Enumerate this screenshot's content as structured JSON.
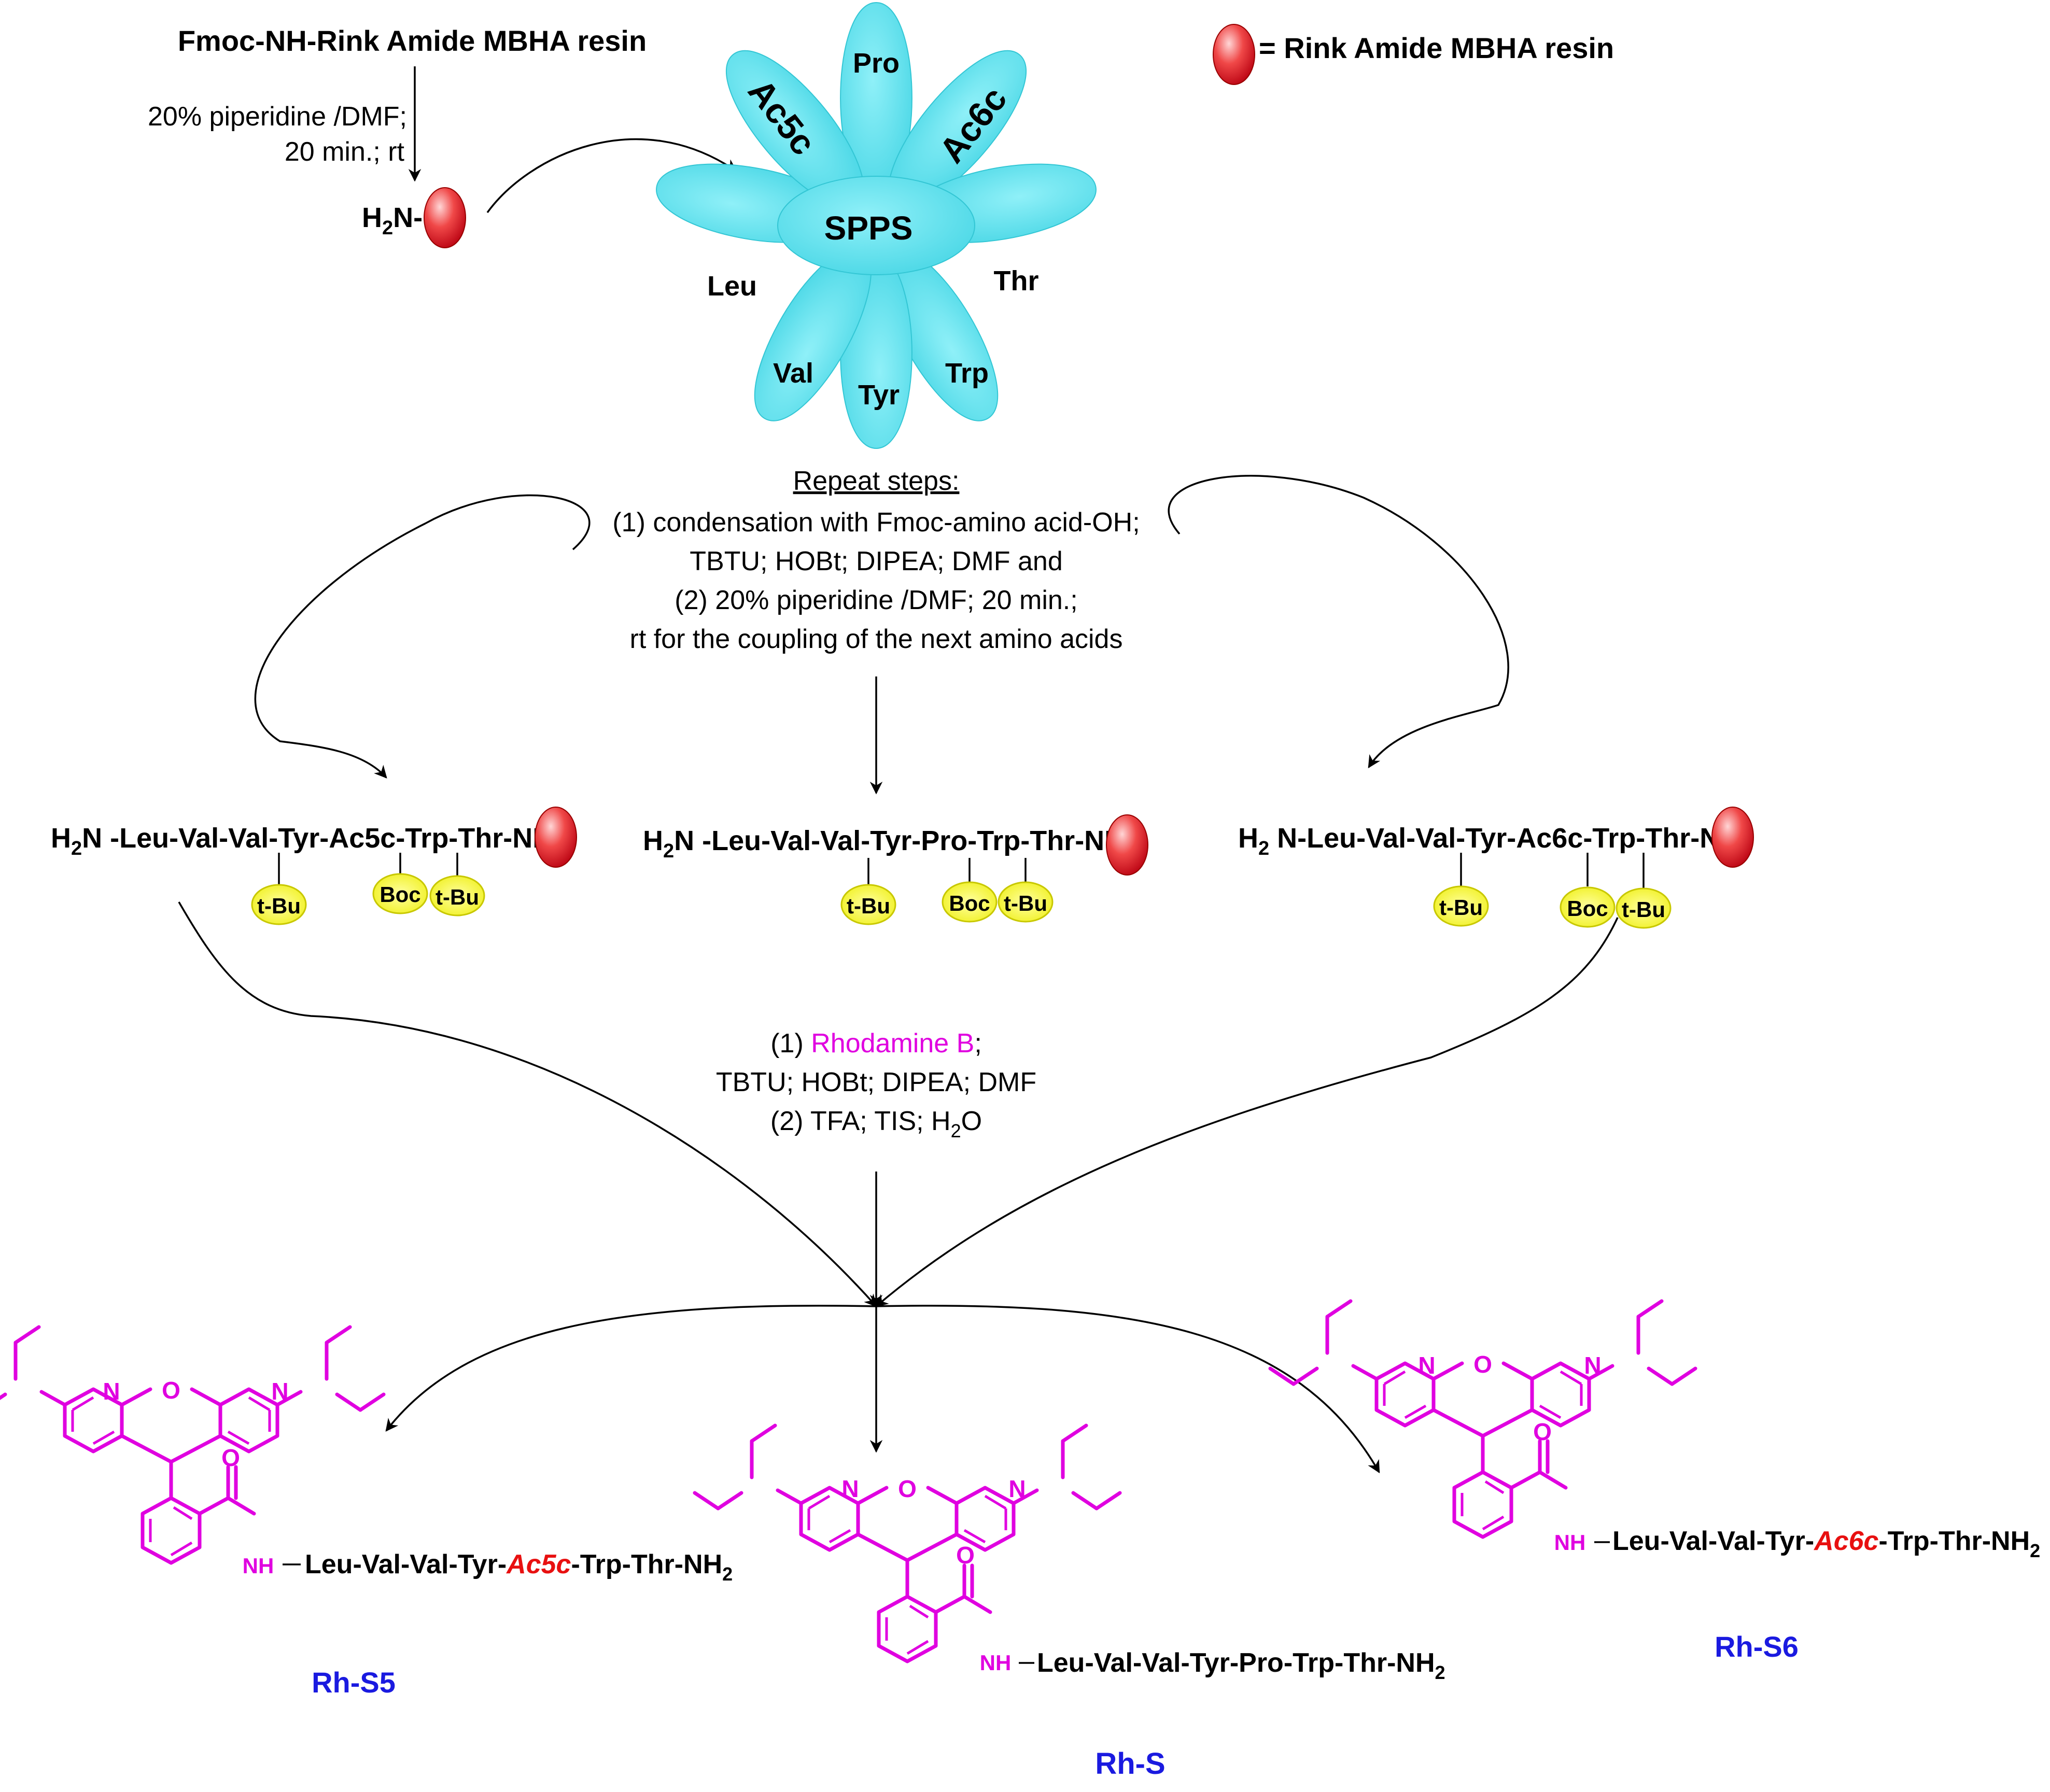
{
  "start": {
    "reagent": "Fmoc-NH-Rink Amide MBHA resin",
    "step1_line1": "20% piperidine /DMF;",
    "step1_line2": "20 min.; rt",
    "amine": "H",
    "amine_sub": "2",
    "amine_end": "N-"
  },
  "legend": {
    "text": "= Rink Amide MBHA resin",
    "bead_color": "#e0202a"
  },
  "spps": {
    "center": "SPPS",
    "petals": [
      "Pro",
      "Ac6c",
      "Thr",
      "Trp",
      "Tyr",
      "Val",
      "Leu",
      "Ac5c"
    ],
    "color": "#5ee0ec"
  },
  "repeat": {
    "heading": "Repeat steps:",
    "lines": [
      "(1) condensation with Fmoc-amino acid-OH;",
      "TBTU; HOBt; DIPEA; DMF and",
      "(2) 20% piperidine /DMF; 20 min.;",
      "rt for the coupling of the next amino acids"
    ]
  },
  "resin_peptides": {
    "left": {
      "h": "H",
      "sub": "2",
      "seq": "N -Leu-Val-Val-Tyr-Ac5c-Trp-Thr-NH-"
    },
    "middle": {
      "h": "H",
      "sub": "2",
      "seq": "N -Leu-Val-Val-Tyr-Pro-Trp-Thr-NH-"
    },
    "right": {
      "h": "H",
      "sub": "2",
      "seq": " N-Leu-Val-Val-Tyr-Ac6c-Trp-Thr-NH-"
    },
    "tbu": "t-Bu",
    "boc": "Boc"
  },
  "conditions": {
    "line1_pre": "(1) ",
    "line1_rhod": "Rhodamine B",
    "line1_post": ";",
    "line2": "TBTU; HOBt; DIPEA; DMF",
    "line3_pre": "(2) TFA; TIS; H",
    "line3_sub": "2",
    "line3_post": "O",
    "rhodamine_color": "#e000e0"
  },
  "products": {
    "s5": {
      "pre": "Leu-Val-Val-Tyr-",
      "special": "Ac5c",
      "post": "-Trp-Thr-NH",
      "sub": "2",
      "label": "Rh-S5"
    },
    "s": {
      "seq": "Leu-Val-Val-Tyr-Pro-Trp-Thr-NH",
      "sub": "2",
      "label": "Rh-S"
    },
    "s6": {
      "pre": "Leu-Val-Val-Tyr-",
      "special": "Ac6c",
      "post": "-Trp-Thr-NH",
      "sub": "2",
      "label": "Rh-S6"
    },
    "atoms": {
      "N": "N",
      "O": "O",
      "NH": "NH"
    },
    "special_color": "#e81010",
    "label_color": "#1a1ae0",
    "dye_color": "#e000e0"
  }
}
